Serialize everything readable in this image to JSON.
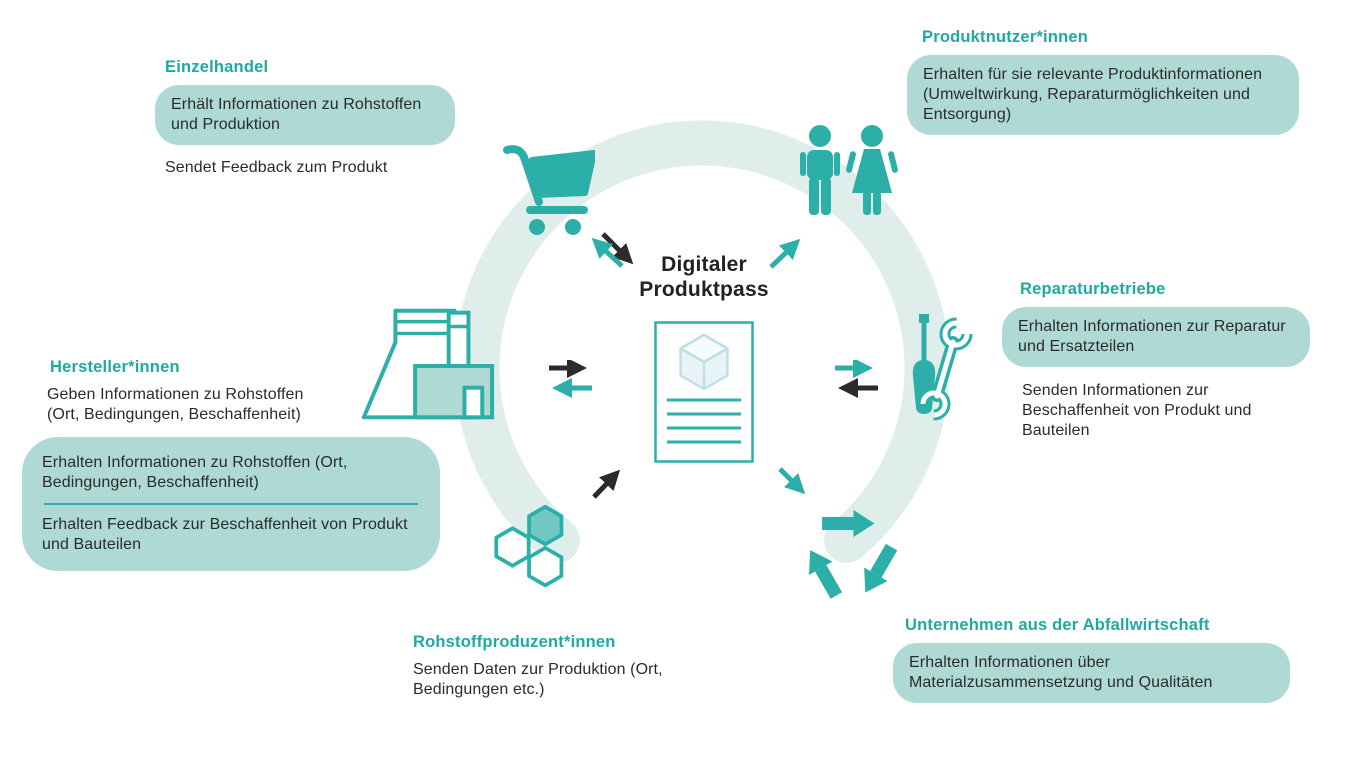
{
  "colors": {
    "accent": "#2bafa8",
    "heading": "#1fa9a2",
    "pill_bg": "#aed9d4",
    "ring": "#dfedeb",
    "text_dark": "#2b2b2b",
    "cube_fill": "#e9f3f6",
    "cube_top_fill": "#f6fbfc",
    "cube_stroke": "#bfdfe7"
  },
  "center": {
    "title_line1": "Digitaler",
    "title_line2": "Produktpass",
    "icon": "product-passport-document-icon"
  },
  "stakeholders": {
    "einzelhandel": {
      "title": "Einzelhandel",
      "pill": "Erhält Informationen zu Rohstoffen und Produktion",
      "note": "Sendet Feedback zum Produkt",
      "icon": "shopping-cart-icon"
    },
    "produktnutzer": {
      "title": "Produktnutzer*innen",
      "pill": "Erhalten für sie relevante Produktinformationen (Umweltwirkung, Reparaturmöglichkeiten und Entsorgung)",
      "icon": "users-icon"
    },
    "reparaturbetriebe": {
      "title": "Reparaturbetriebe",
      "pill": "Erhalten Informationen zur Reparatur und Ersatzteilen",
      "note": "Senden Informationen zur Beschaffenheit von Produkt und Bauteilen",
      "icon": "tools-icon"
    },
    "abfallwirtschaft": {
      "title": "Unternehmen aus der Abfallwirtschaft",
      "pill": "Erhalten Informationen über Materialzusammensetzung und Qualitäten",
      "icon": "recycle-icon"
    },
    "rohstoffproduzenten": {
      "title": "Rohstoffproduzent*innen",
      "note": "Senden Daten zur Produktion (Ort, Bedingungen etc.)",
      "icon": "hexagons-icon"
    },
    "hersteller": {
      "title": "Hersteller*innen",
      "note": "Geben Informationen zu Rohstoffen (Ort, Bedingungen, Beschaffenheit)",
      "pill_top": "Erhalten Informationen zu Rohstoffen (Ort, Bedingungen, Beschaffenheit)",
      "pill_bottom": "Erhalten Feedback zur Beschaffenheit von Produkt und Bauteilen",
      "icon": "factory-icon"
    }
  }
}
